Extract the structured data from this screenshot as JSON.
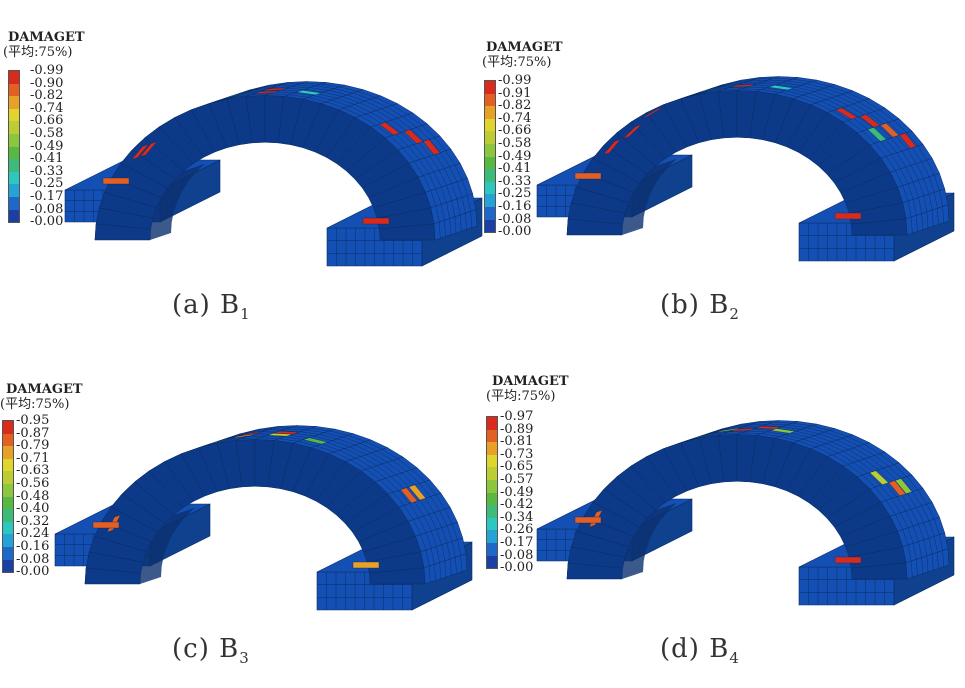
{
  "colors": {
    "mesh": "#1450b4",
    "mesh_dark": "#0c3a88",
    "mesh_side": "#0f418f",
    "gridline": "#0a2c66",
    "scale": [
      "#1c3fa6",
      "#1f67c8",
      "#26a3d6",
      "#2cc8c0",
      "#3cbc78",
      "#59b842",
      "#8cc63c",
      "#bccd33",
      "#e0d52c",
      "#e7a127",
      "#e35f22",
      "#d92a1c"
    ]
  },
  "panels": [
    {
      "id": "a",
      "legend_title": "DAMAGET",
      "legend_subtitle": "(平均:75%)",
      "legend_values": [
        "0.99",
        "0.90",
        "0.82",
        "0.74",
        "0.66",
        "0.58",
        "0.49",
        "0.41",
        "0.33",
        "0.25",
        "0.17",
        "0.08",
        "0.00"
      ],
      "caption_prefix": "(a) B",
      "caption_sub": "1"
    },
    {
      "id": "b",
      "legend_title": "DAMAGET",
      "legend_subtitle": "(平均:75%)",
      "legend_values": [
        "0.99",
        "0.91",
        "0.82",
        "0.74",
        "0.66",
        "0.58",
        "0.49",
        "0.41",
        "0.33",
        "0.25",
        "0.16",
        "0.08",
        "0.00"
      ],
      "caption_prefix": "(b) B",
      "caption_sub": "2"
    },
    {
      "id": "c",
      "legend_title": "DAMAGET",
      "legend_subtitle": "(平均:75%)",
      "legend_values": [
        "0.95",
        "0.87",
        "0.79",
        "0.71",
        "0.63",
        "0.56",
        "0.48",
        "0.40",
        "0.32",
        "0.24",
        "0.16",
        "0.08",
        "0.00"
      ],
      "caption_prefix": "(c) B",
      "caption_sub": "3"
    },
    {
      "id": "d",
      "legend_title": "DAMAGET",
      "legend_subtitle": "(平均:75%)",
      "legend_values": [
        "0.97",
        "0.89",
        "0.81",
        "0.73",
        "0.65",
        "0.57",
        "0.49",
        "0.42",
        "0.34",
        "0.26",
        "0.17",
        "0.08",
        "0.00"
      ],
      "caption_prefix": "(d) B",
      "caption_sub": "4"
    }
  ]
}
